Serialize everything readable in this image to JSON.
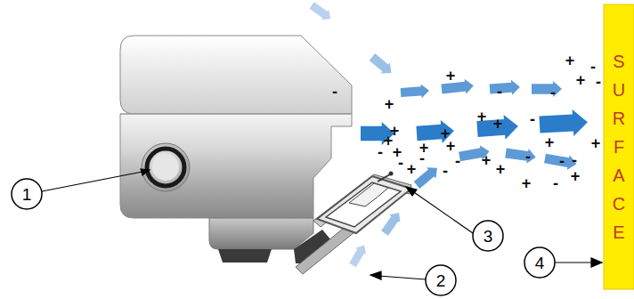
{
  "diagram": {
    "nodes": [
      {
        "text": [
          "SURFACE"
        ]
      }
    ],
    "labels": [
      "-",
      "+",
      "+",
      "-",
      "+",
      "-",
      "+",
      "-",
      "-",
      "+",
      "-",
      "+",
      "+",
      "+",
      "+",
      "-",
      "+",
      "+",
      "+",
      "-",
      "+",
      "-",
      "-",
      "+",
      "-",
      "+",
      "-",
      "+",
      "+",
      "-",
      "-",
      "+",
      "+",
      "-",
      "1",
      "2",
      "3",
      "4"
    ]
  }
}
